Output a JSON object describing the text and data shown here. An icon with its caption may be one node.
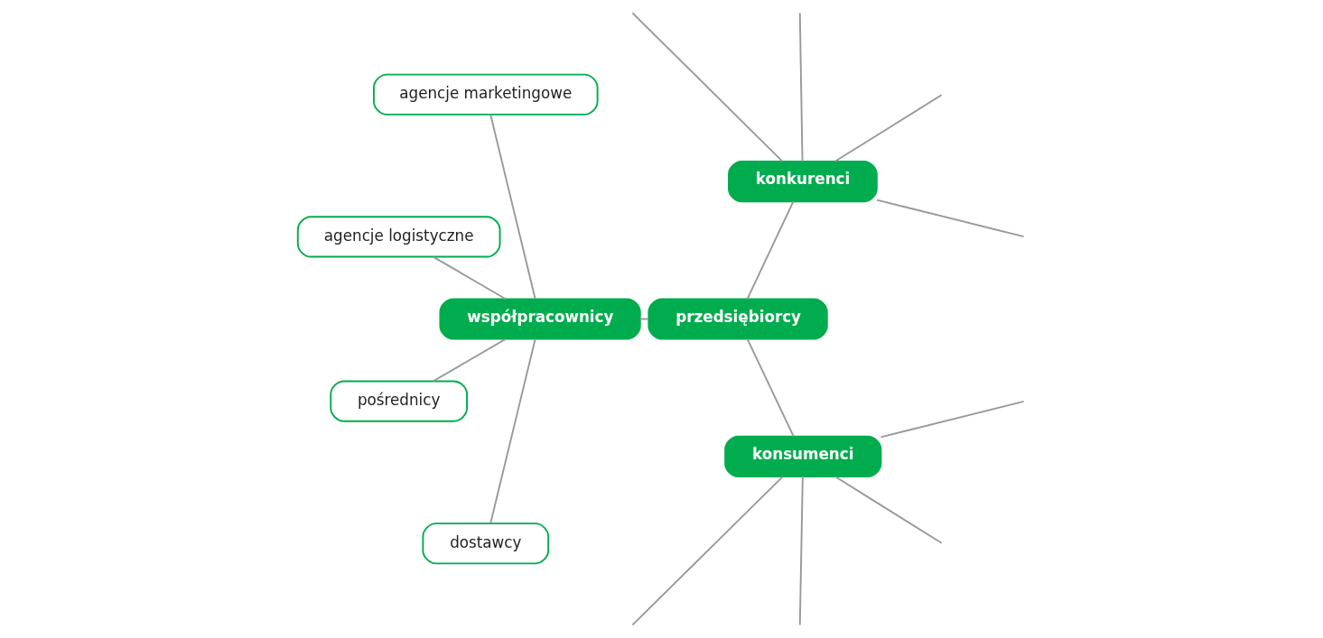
{
  "diagram": {
    "nodes": [
      {
        "text": [
          "przedsiębiorcy"
        ]
      },
      {
        "text": [
          "współpracownicy"
        ]
      },
      {
        "text": [
          "konsumenci"
        ]
      },
      {
        "text": [
          "konkurenci"
        ]
      },
      {
        "text": [
          "pośrednicy"
        ]
      },
      {
        "text": [
          "dostawcy"
        ]
      },
      {
        "text": [
          "agencje marketingowe"
        ]
      },
      {
        "text": [
          "agencje logistyczne"
        ]
      }
    ],
    "edges": [
      {
        "from": 1,
        "to": 0,
        "arrow": "none"
      },
      {
        "from": 2,
        "to": 0,
        "arrow": "none"
      },
      {
        "from": 0,
        "to": 3,
        "arrow": "none"
      },
      {
        "from": 4,
        "to": 1,
        "arrow": "none"
      },
      {
        "from": 5,
        "to": 1,
        "arrow": "none"
      },
      {
        "from": 1,
        "to": 6,
        "arrow": "none"
      },
      {
        "from": 1,
        "to": 7,
        "arrow": "none"
      },
      {
        "from": 2,
        "to": null,
        "arrow": "none"
      },
      {
        "from": 2,
        "to": null,
        "arrow": "none"
      },
      {
        "from": 2,
        "to": null,
        "arrow": "none"
      },
      {
        "from": 2,
        "to": null,
        "arrow": "none"
      },
      {
        "from": 3,
        "to": null,
        "arrow": "none"
      },
      {
        "from": 3,
        "to": null,
        "arrow": "none"
      },
      {
        "from": 3,
        "to": null,
        "arrow": "none"
      },
      {
        "from": 3,
        "to": null,
        "arrow": "none"
      }
    ]
  }
}
